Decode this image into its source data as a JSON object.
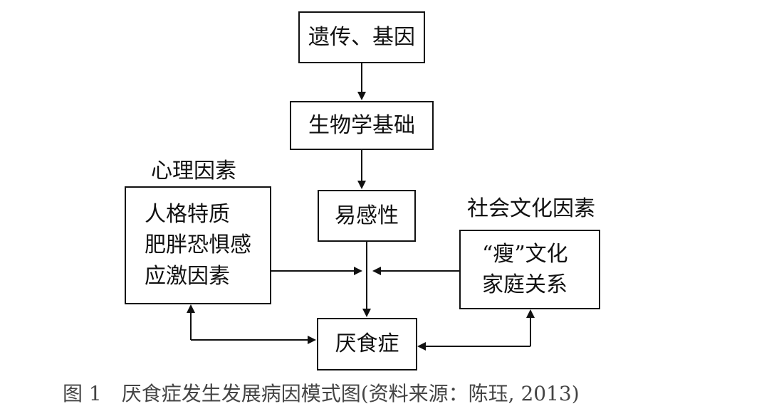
{
  "nodes": {
    "genetics": "遗传、基因",
    "biology": "生物学基础",
    "susceptibility": "易感性",
    "anorexia": "厌食症"
  },
  "psych": {
    "heading": "心理因素",
    "lines": [
      "人格特质",
      "肥胖恐惧感",
      "应激因素"
    ]
  },
  "social": {
    "heading": "社会文化因素",
    "lines": [
      "“瘦”文化",
      "家庭关系"
    ]
  },
  "caption": "图 1　厌食症发生发展病因模式图(资料来源：陈珏, 2013)"
}
